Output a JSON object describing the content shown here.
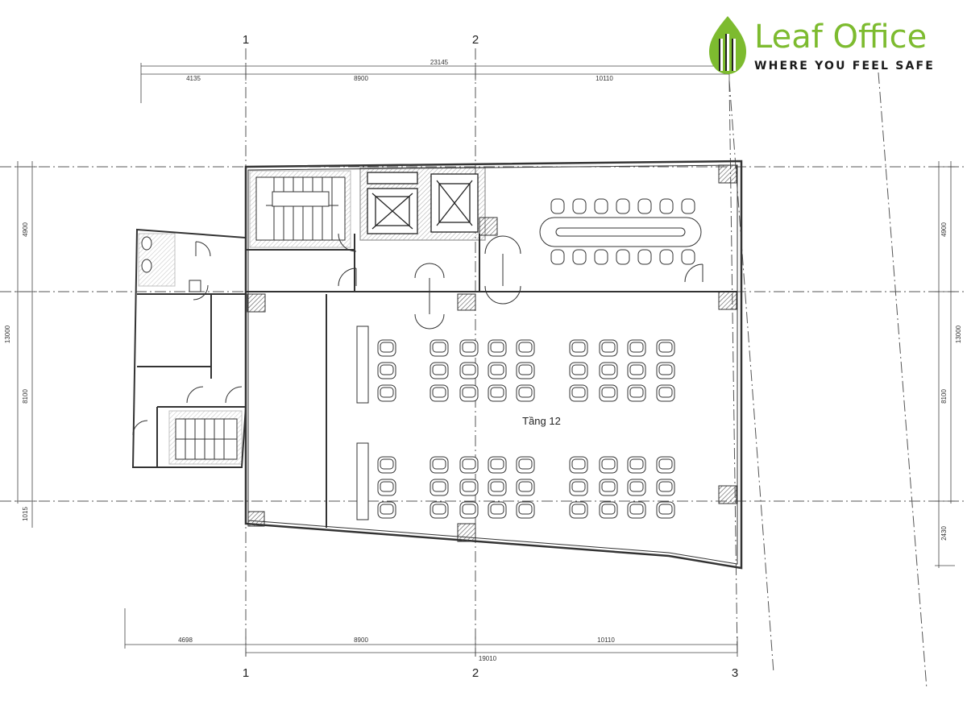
{
  "logo": {
    "name": "Leaf Office",
    "tagline": "WHERE YOU FEEL SAFE",
    "color_brand": "#7dbb2f",
    "color_tagline": "#1a1a1a"
  },
  "plan": {
    "floor_label": "Tầng 12",
    "grid_axes": {
      "top": [
        "1",
        "2"
      ],
      "bottom": [
        "1",
        "2",
        "3"
      ]
    },
    "dimensions": {
      "top_total": "23145",
      "top_segments": [
        "4135",
        "8900",
        "10110"
      ],
      "bottom_segments": [
        "4698",
        "8900",
        "10110"
      ],
      "bottom_total": "19010",
      "left_total": "13000",
      "left_segments": [
        "4900",
        "8100",
        "1015"
      ],
      "right_total": "13000",
      "right_segments": [
        "4900",
        "8100",
        "2430"
      ]
    },
    "colors": {
      "line": "#333333",
      "wall_fill": "#cfcfcf",
      "column_fill": "#8a8a8a"
    }
  }
}
